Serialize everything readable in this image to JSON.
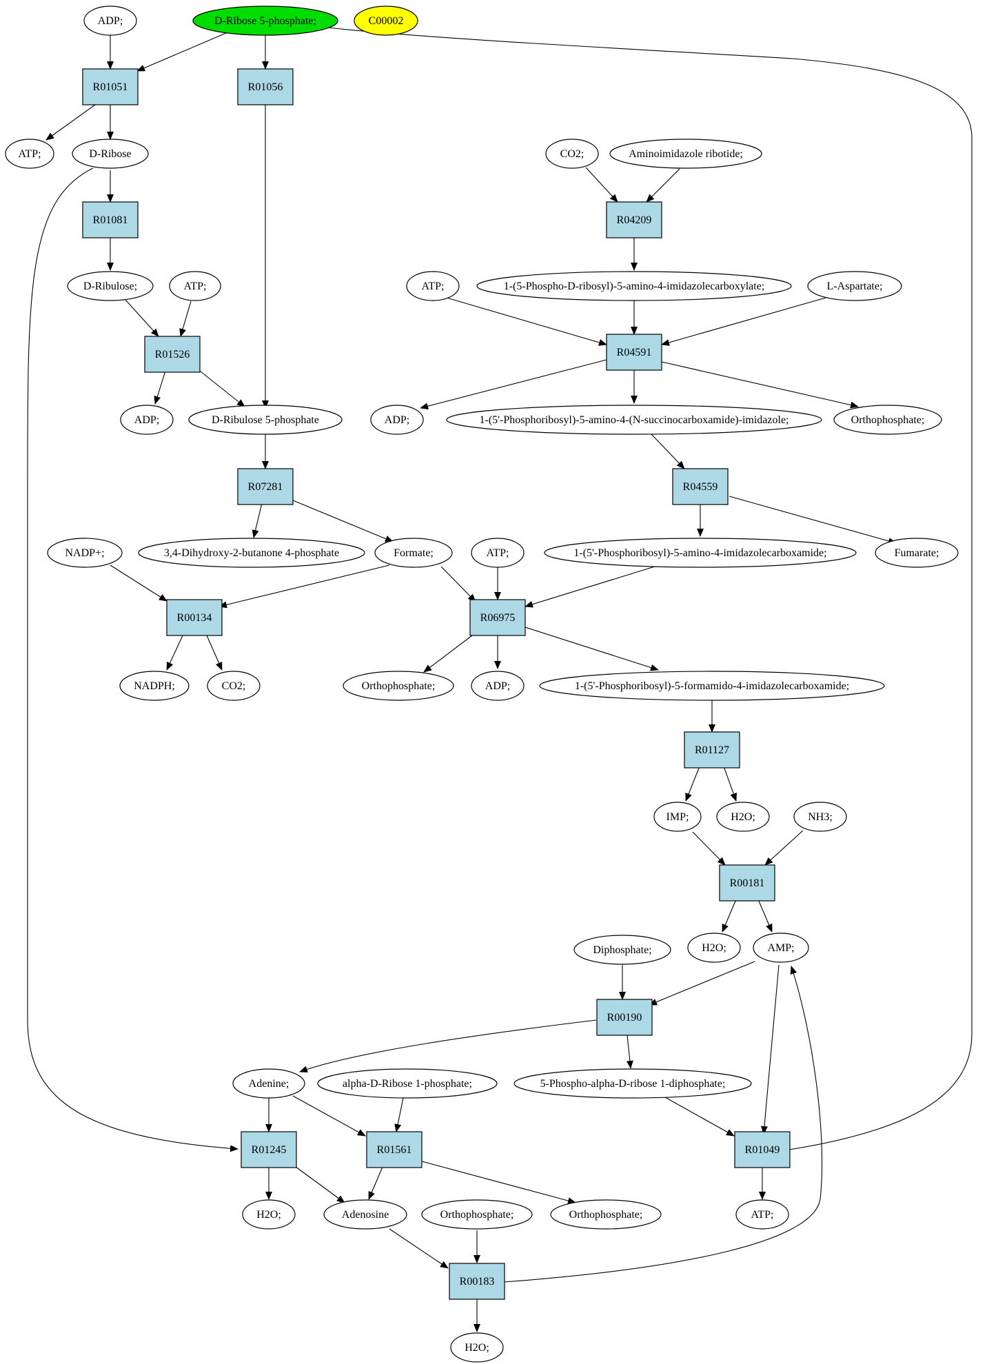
{
  "colors": {
    "reaction_fill": "#add8e6",
    "highlight_green": "#00dd00",
    "highlight_yellow": "#ffff00",
    "metabolite_fill": "#ffffff",
    "stroke": "#000000"
  },
  "nodes": {
    "adp_top": "ADP;",
    "d_ribose_5p": "D-Ribose 5-phosphate;",
    "c00002": "C00002",
    "r01051": "R01051",
    "r01056": "R01056",
    "atp_1": "ATP;",
    "d_ribose": "D-Ribose",
    "r01081": "R01081",
    "d_ribulose": "D-Ribulose;",
    "atp_2": "ATP;",
    "r01526": "R01526",
    "adp_2": "ADP;",
    "d_ribulose_5p": "D-Ribulose 5-phosphate",
    "r07281": "R07281",
    "dihydroxy_butanone": "3,4-Dihydroxy-2-butanone 4-phosphate",
    "formate": "Formate;",
    "nadp": "NADP+;",
    "r00134": "R00134",
    "nadph": "NADPH;",
    "co2_1": "CO2;",
    "co2_2": "CO2;",
    "air": "Aminoimidazole ribotide;",
    "r04209": "R04209",
    "atp_3": "ATP;",
    "cair": "1-(5-Phospho-D-ribosyl)-5-amino-4-imidazolecarboxylate;",
    "l_aspartate": "L-Aspartate;",
    "r04591": "R04591",
    "adp_3": "ADP;",
    "saicar": "1-(5'-Phosphoribosyl)-5-amino-4-(N-succinocarboxamide)-imidazole;",
    "orthophosphate_1": "Orthophosphate;",
    "r04559": "R04559",
    "aicar": "1-(5'-Phosphoribosyl)-5-amino-4-imidazolecarboxamide;",
    "fumarate": "Fumarate;",
    "atp_4": "ATP;",
    "r06975": "R06975",
    "orthophosphate_2": "Orthophosphate;",
    "adp_4": "ADP;",
    "faicar": "1-(5'-Phosphoribosyl)-5-formamido-4-imidazolecarboxamide;",
    "r01127": "R01127",
    "imp": "IMP;",
    "h2o_1": "H2O;",
    "nh3": "NH3;",
    "r00181": "R00181",
    "h2o_2": "H2O;",
    "amp": "AMP;",
    "diphosphate": "Diphosphate;",
    "r00190": "R00190",
    "adenine": "Adenine;",
    "alpha_ribose_1p": "alpha-D-Ribose 1-phosphate;",
    "prpp": "5-Phospho-alpha-D-ribose 1-diphosphate;",
    "r01245": "R01245",
    "r01561": "R01561",
    "r01049": "R01049",
    "h2o_3": "H2O;",
    "adenosine": "Adenosine",
    "orthophosphate_3": "Orthophosphate;",
    "orthophosphate_4": "Orthophosphate;",
    "atp_5": "ATP;",
    "r00183": "R00183",
    "h2o_4": "H2O;"
  }
}
